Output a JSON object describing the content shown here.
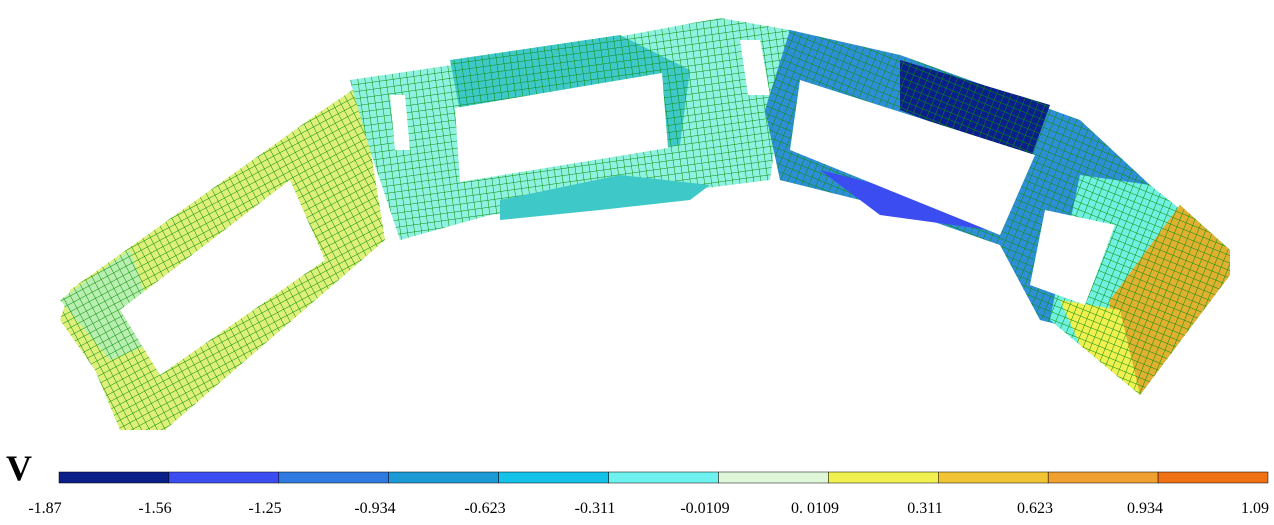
{
  "variable": "V",
  "mesh_color": "#0a8f0a",
  "legend": {
    "colors": [
      "#0a1f8a",
      "#3b4df0",
      "#2f7ae0",
      "#1c9ad6",
      "#14c1e8",
      "#6ff2ef",
      "#dff7d8",
      "#f0f050",
      "#f0c434",
      "#f0a030",
      "#f07014"
    ],
    "labels": [
      "-1.87",
      "-1.56",
      "-1.25",
      "-0.934",
      "-0.623",
      "-0.311",
      "-0.0109",
      "0. 0109",
      "0.311",
      "0.623",
      "0.934",
      "1.09"
    ]
  }
}
